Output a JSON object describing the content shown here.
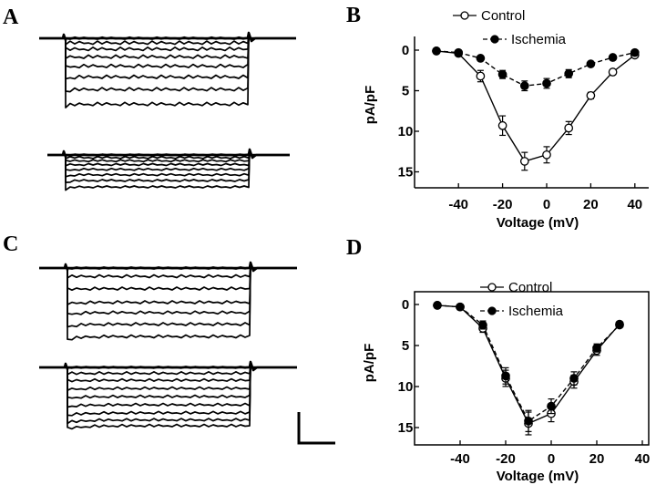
{
  "panels": {
    "A": "A",
    "B": "B",
    "C": "C",
    "D": "D"
  },
  "colors": {
    "ink": "#000000",
    "background": "#ffffff"
  },
  "traces": {
    "A_top": {
      "steps": [
        0.0,
        0.06,
        0.14,
        0.24,
        0.36,
        0.5,
        0.66,
        0.85
      ]
    },
    "A_bottom": {
      "steps": [
        0.0,
        0.08,
        0.18,
        0.3,
        0.45,
        0.62,
        0.8,
        1.0
      ]
    },
    "C_top": {
      "steps": [
        0.0,
        0.12,
        0.3,
        0.5,
        0.65,
        0.82,
        1.0
      ]
    },
    "C_bottom": {
      "steps": [
        0.0,
        0.1,
        0.22,
        0.36,
        0.5,
        0.64,
        0.78,
        0.9,
        1.0
      ]
    }
  },
  "chart_data": [
    {
      "panel": "B",
      "type": "line",
      "xlabel": "Voltage (mV)",
      "ylabel": "pA/pF",
      "xlim": [
        -50,
        45
      ],
      "ylim": [
        0,
        15
      ],
      "y_inverted": true,
      "xticks": [
        -40,
        -20,
        0,
        20,
        40
      ],
      "yticks": [
        0,
        5,
        10,
        15
      ],
      "legend_position": "top-right",
      "series": [
        {
          "name": "Control",
          "marker": "open-circle",
          "x": [
            -50,
            -40,
            -30,
            -20,
            -10,
            0,
            10,
            20,
            30,
            40
          ],
          "y": [
            0.1,
            0.4,
            3.2,
            9.3,
            13.7,
            12.9,
            9.6,
            5.6,
            2.7,
            0.6
          ],
          "err": [
            0.1,
            0.3,
            0.7,
            1.2,
            1.1,
            1.0,
            0.8,
            0.4,
            0.3,
            0.2
          ]
        },
        {
          "name": "Ischemia",
          "marker": "filled-circle",
          "x": [
            -50,
            -40,
            -30,
            -20,
            -10,
            0,
            10,
            20,
            30,
            40
          ],
          "y": [
            0.1,
            0.3,
            1.0,
            3.0,
            4.4,
            4.1,
            2.9,
            1.7,
            0.9,
            0.3
          ],
          "err": [
            0.1,
            0.2,
            0.3,
            0.5,
            0.6,
            0.6,
            0.5,
            0.3,
            0.2,
            0.2
          ]
        }
      ]
    },
    {
      "panel": "D",
      "type": "line",
      "xlabel": "Voltage (mV)",
      "ylabel": "pA/pF",
      "xlim": [
        -50,
        40
      ],
      "ylim": [
        0,
        16
      ],
      "y_inverted": true,
      "xticks": [
        -40,
        -20,
        0,
        20,
        40
      ],
      "yticks": [
        0,
        5,
        10,
        15
      ],
      "legend_position": "top-right",
      "series": [
        {
          "name": "Control",
          "marker": "open-circle",
          "x": [
            -50,
            -40,
            -30,
            -20,
            -10,
            0,
            10,
            20,
            30
          ],
          "y": [
            0.1,
            0.3,
            2.9,
            9.0,
            14.5,
            13.3,
            9.4,
            5.6,
            2.4
          ],
          "err": [
            0.1,
            0.2,
            0.5,
            1.0,
            1.4,
            1.0,
            0.8,
            0.6,
            0.3
          ]
        },
        {
          "name": "Ischemia",
          "marker": "filled-circle",
          "x": [
            -50,
            -40,
            -30,
            -20,
            -10,
            0,
            10,
            20,
            30
          ],
          "y": [
            0.1,
            0.3,
            2.5,
            8.7,
            14.2,
            12.4,
            9.0,
            5.3,
            2.5
          ],
          "err": [
            0.1,
            0.2,
            0.5,
            1.0,
            1.3,
            0.9,
            0.8,
            0.5,
            0.3
          ]
        }
      ]
    }
  ]
}
